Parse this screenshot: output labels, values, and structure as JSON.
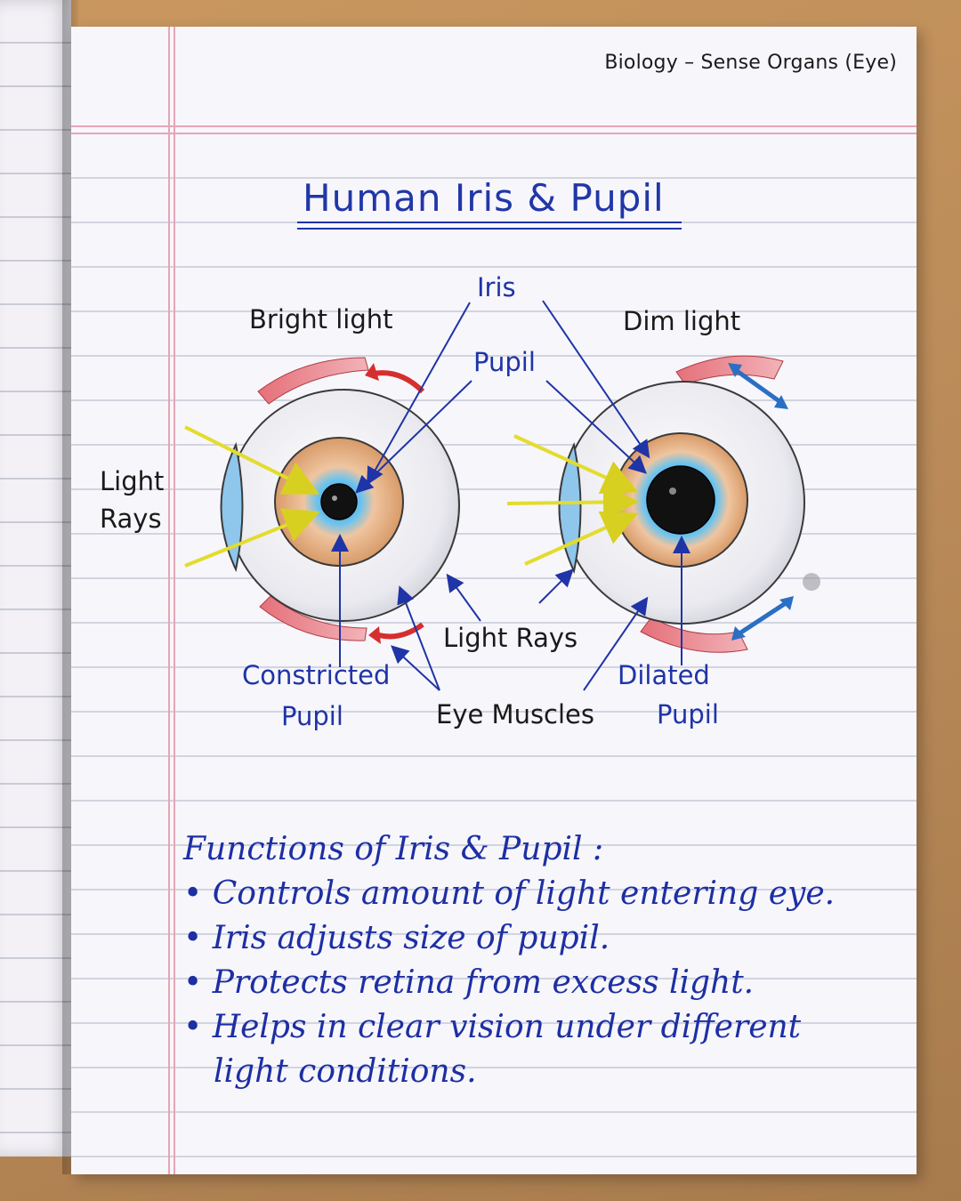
{
  "header": "Biology – Sense Organs (Eye)",
  "title": "Human Iris & Pupil",
  "diagram": {
    "label_iris": "Iris",
    "label_pupil": "Pupil",
    "label_bright": "Bright light",
    "label_dim": "Dim light",
    "label_light_rays_left_1": "Light",
    "label_light_rays_left_2": "Rays",
    "label_light_rays_center": "Light Rays",
    "label_constricted_1": "Constricted",
    "label_constricted_2": "Pupil",
    "label_eye_muscles": "Eye Muscles",
    "label_dilated_1": "Dilated",
    "label_dilated_2": "Pupil"
  },
  "functions": {
    "heading": "Functions of Iris & Pupil :",
    "items": [
      "Controls amount of light entering eye.",
      "Iris adjusts size of pupil.",
      "Protects retina from excess light.",
      "Helps in clear vision under different",
      "light conditions."
    ]
  },
  "colors": {
    "ink_blue": "#1f34a6",
    "margin_red": "#e8a0b0",
    "iris_orange": "#e0a070",
    "iris_blue": "#5ab4e6",
    "ray_yellow": "#e6e03a",
    "muscle_red": "#d8505a"
  }
}
